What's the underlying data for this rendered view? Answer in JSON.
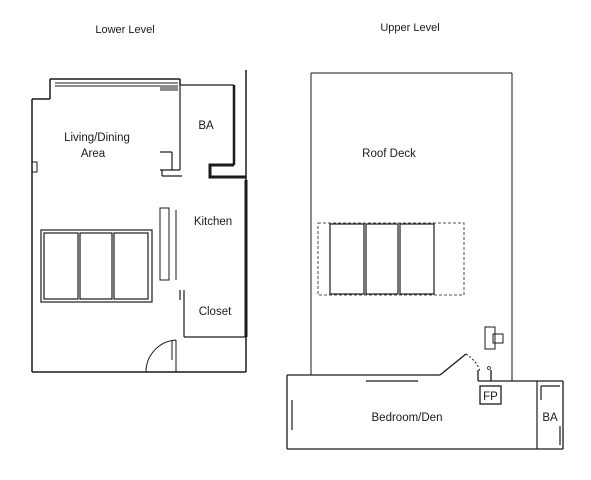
{
  "lower_level": {
    "title": "Lower Level",
    "rooms": {
      "living_dining_line1": "Living/Dining",
      "living_dining_line2": "Area",
      "bathroom": "BA",
      "kitchen": "Kitchen",
      "closet": "Closet"
    }
  },
  "upper_level": {
    "title": "Upper Level",
    "rooms": {
      "roof_deck": "Roof Deck",
      "bedroom_den": "Bedroom/Den",
      "fireplace": "FP",
      "bathroom": "BA"
    }
  }
}
